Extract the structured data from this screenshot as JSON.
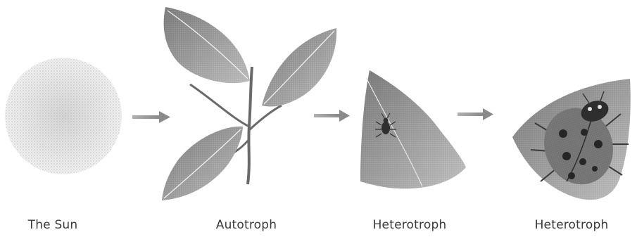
{
  "stages": [
    {
      "label": "The Sun",
      "icon": "sun-icon"
    },
    {
      "label": "Autotroph",
      "icon": "leaves-icon"
    },
    {
      "label": "Heterotroph",
      "icon": "aphid-on-leaf-icon"
    },
    {
      "label": "Heterotroph",
      "icon": "ladybug-on-leaf-icon"
    }
  ],
  "arrow_color": "#9a9a9a",
  "ink_color": "#555555"
}
